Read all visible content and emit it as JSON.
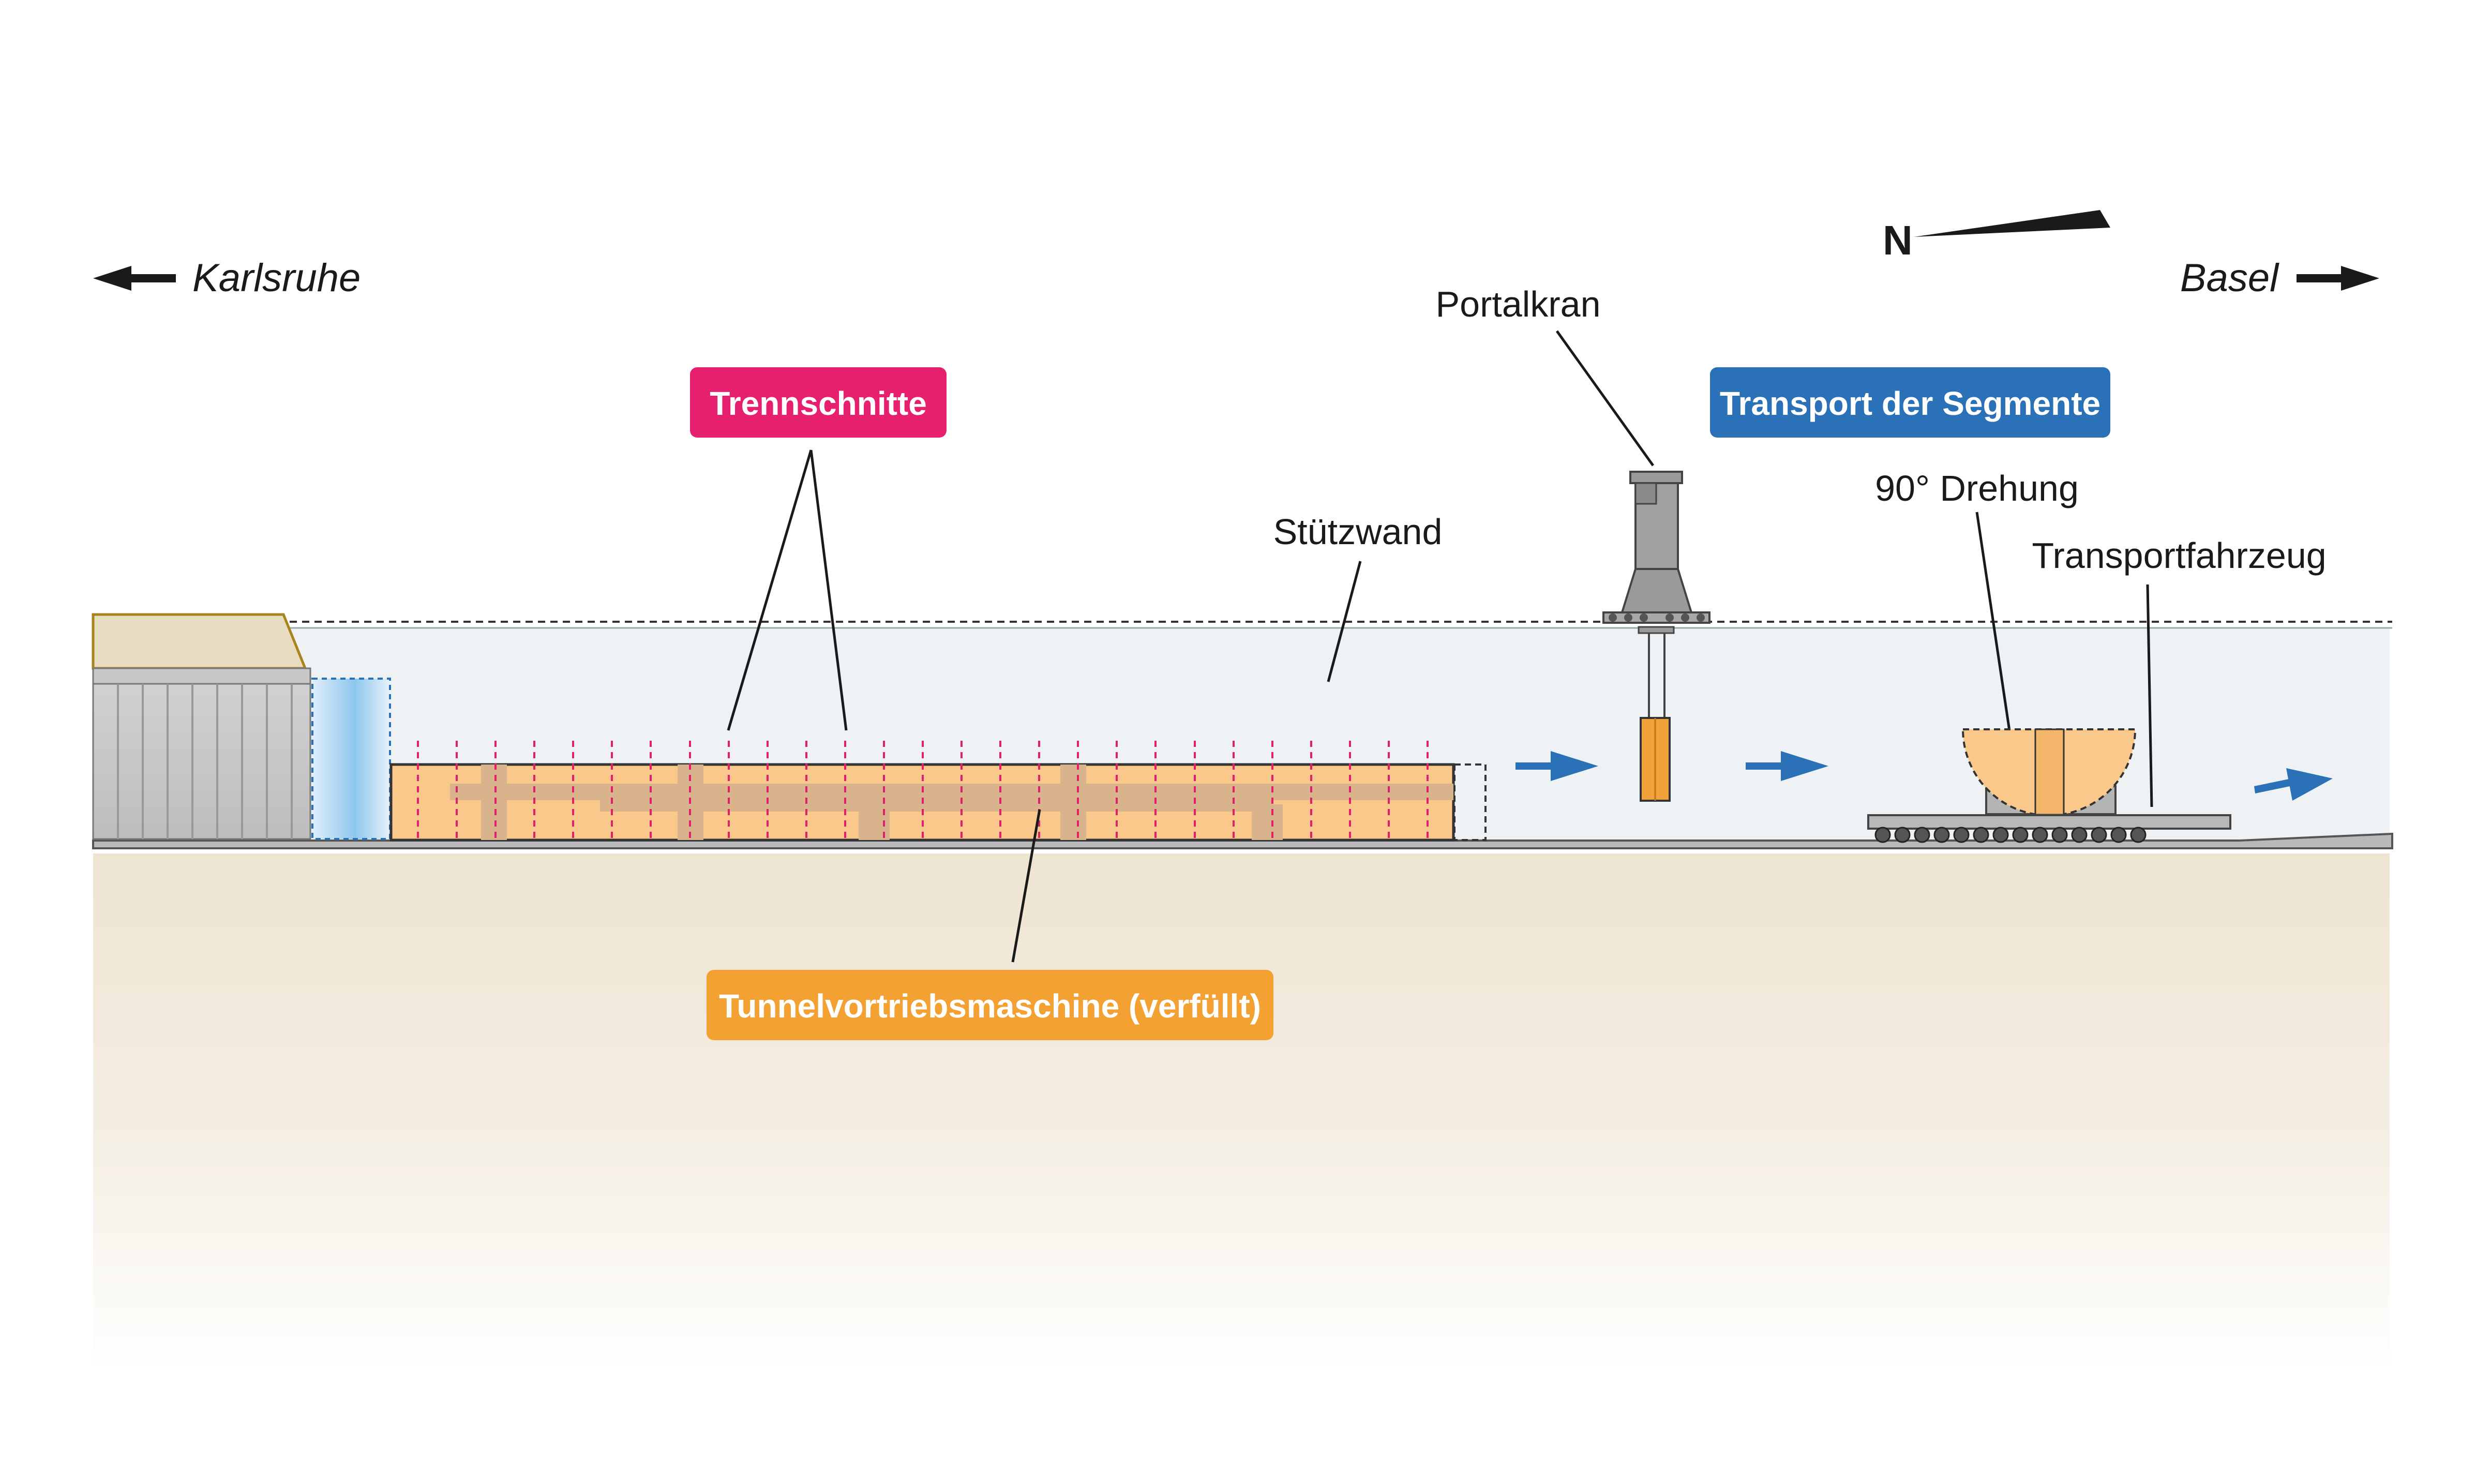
{
  "directions": {
    "left_city": "Karlsruhe",
    "right_city": "Basel",
    "north": "N"
  },
  "labels": {
    "trennschnitte": "Trennschnitte",
    "transport": "Transport der Segmente",
    "portalkran": "Portalkran",
    "stuetzwand": "Stützwand",
    "drehung": "90° Drehung",
    "transportfahrzeug": "Transportfahrzeug",
    "tbm": "Tunnelvortriebsmaschine (verfüllt)"
  },
  "colors": {
    "trennschnitte": "#e6206f",
    "transport": "#2a71b8",
    "tbm_box": "#f3a133",
    "tbm_fill": "#f9c88a",
    "ground": "#efe7d8",
    "trench": "#eef2f5",
    "steel": "#9a9a9a",
    "cut_line": "#e0206a",
    "arrow_blue": "#2a71b8"
  },
  "icons": {
    "left_arrow": "arrow-left-icon",
    "right_arrow": "arrow-right-icon",
    "north_arrow": "north-arrow-icon",
    "flow_arrow": "arrow-right-icon"
  }
}
